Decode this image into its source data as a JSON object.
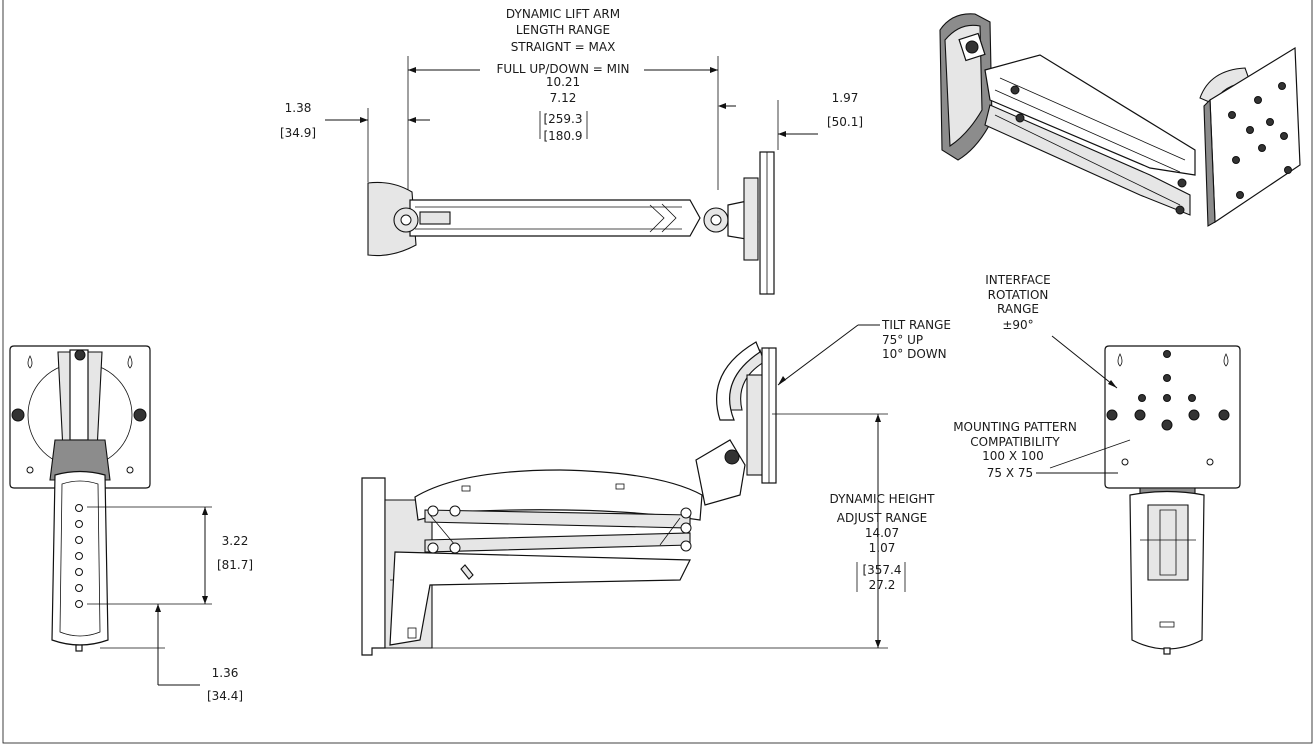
{
  "annotations": {
    "lift_arm": {
      "line1": "DYNAMIC LIFT ARM",
      "line2": "LENGTH RANGE",
      "line3": "STRAIGNT = MAX",
      "line4": "FULL UP/DOWN = MIN",
      "max_in": "10.21",
      "min_in": "7.12",
      "max_mm": "[259.3",
      "min_mm": "[180.9"
    },
    "left_offset": {
      "in": "1.38",
      "mm": "[34.9]"
    },
    "right_offset": {
      "in": "1.97",
      "mm": "[50.1]"
    },
    "tilt": {
      "line1": "TILT RANGE",
      "line2": "75° UP",
      "line3": "10° DOWN"
    },
    "rotation": {
      "line1": "INTERFACE",
      "line2": "ROTATION",
      "line3": "RANGE",
      "line4": "±90°"
    },
    "mounting": {
      "line1": "MOUNTING PATTERN",
      "line2": "COMPATIBILITY",
      "line3": "100 X 100",
      "line4": "75 X 75"
    },
    "height": {
      "line1": "DYNAMIC HEIGHT",
      "line2": "ADJUST RANGE",
      "max_in": "14.07",
      "min_in": "1.07",
      "max_mm": "[357.4",
      "min_mm": "27.2"
    },
    "track": {
      "in": "3.22",
      "mm": "[81.7]"
    },
    "bottom_offset": {
      "in": "1.36",
      "mm": "[34.4]"
    }
  }
}
